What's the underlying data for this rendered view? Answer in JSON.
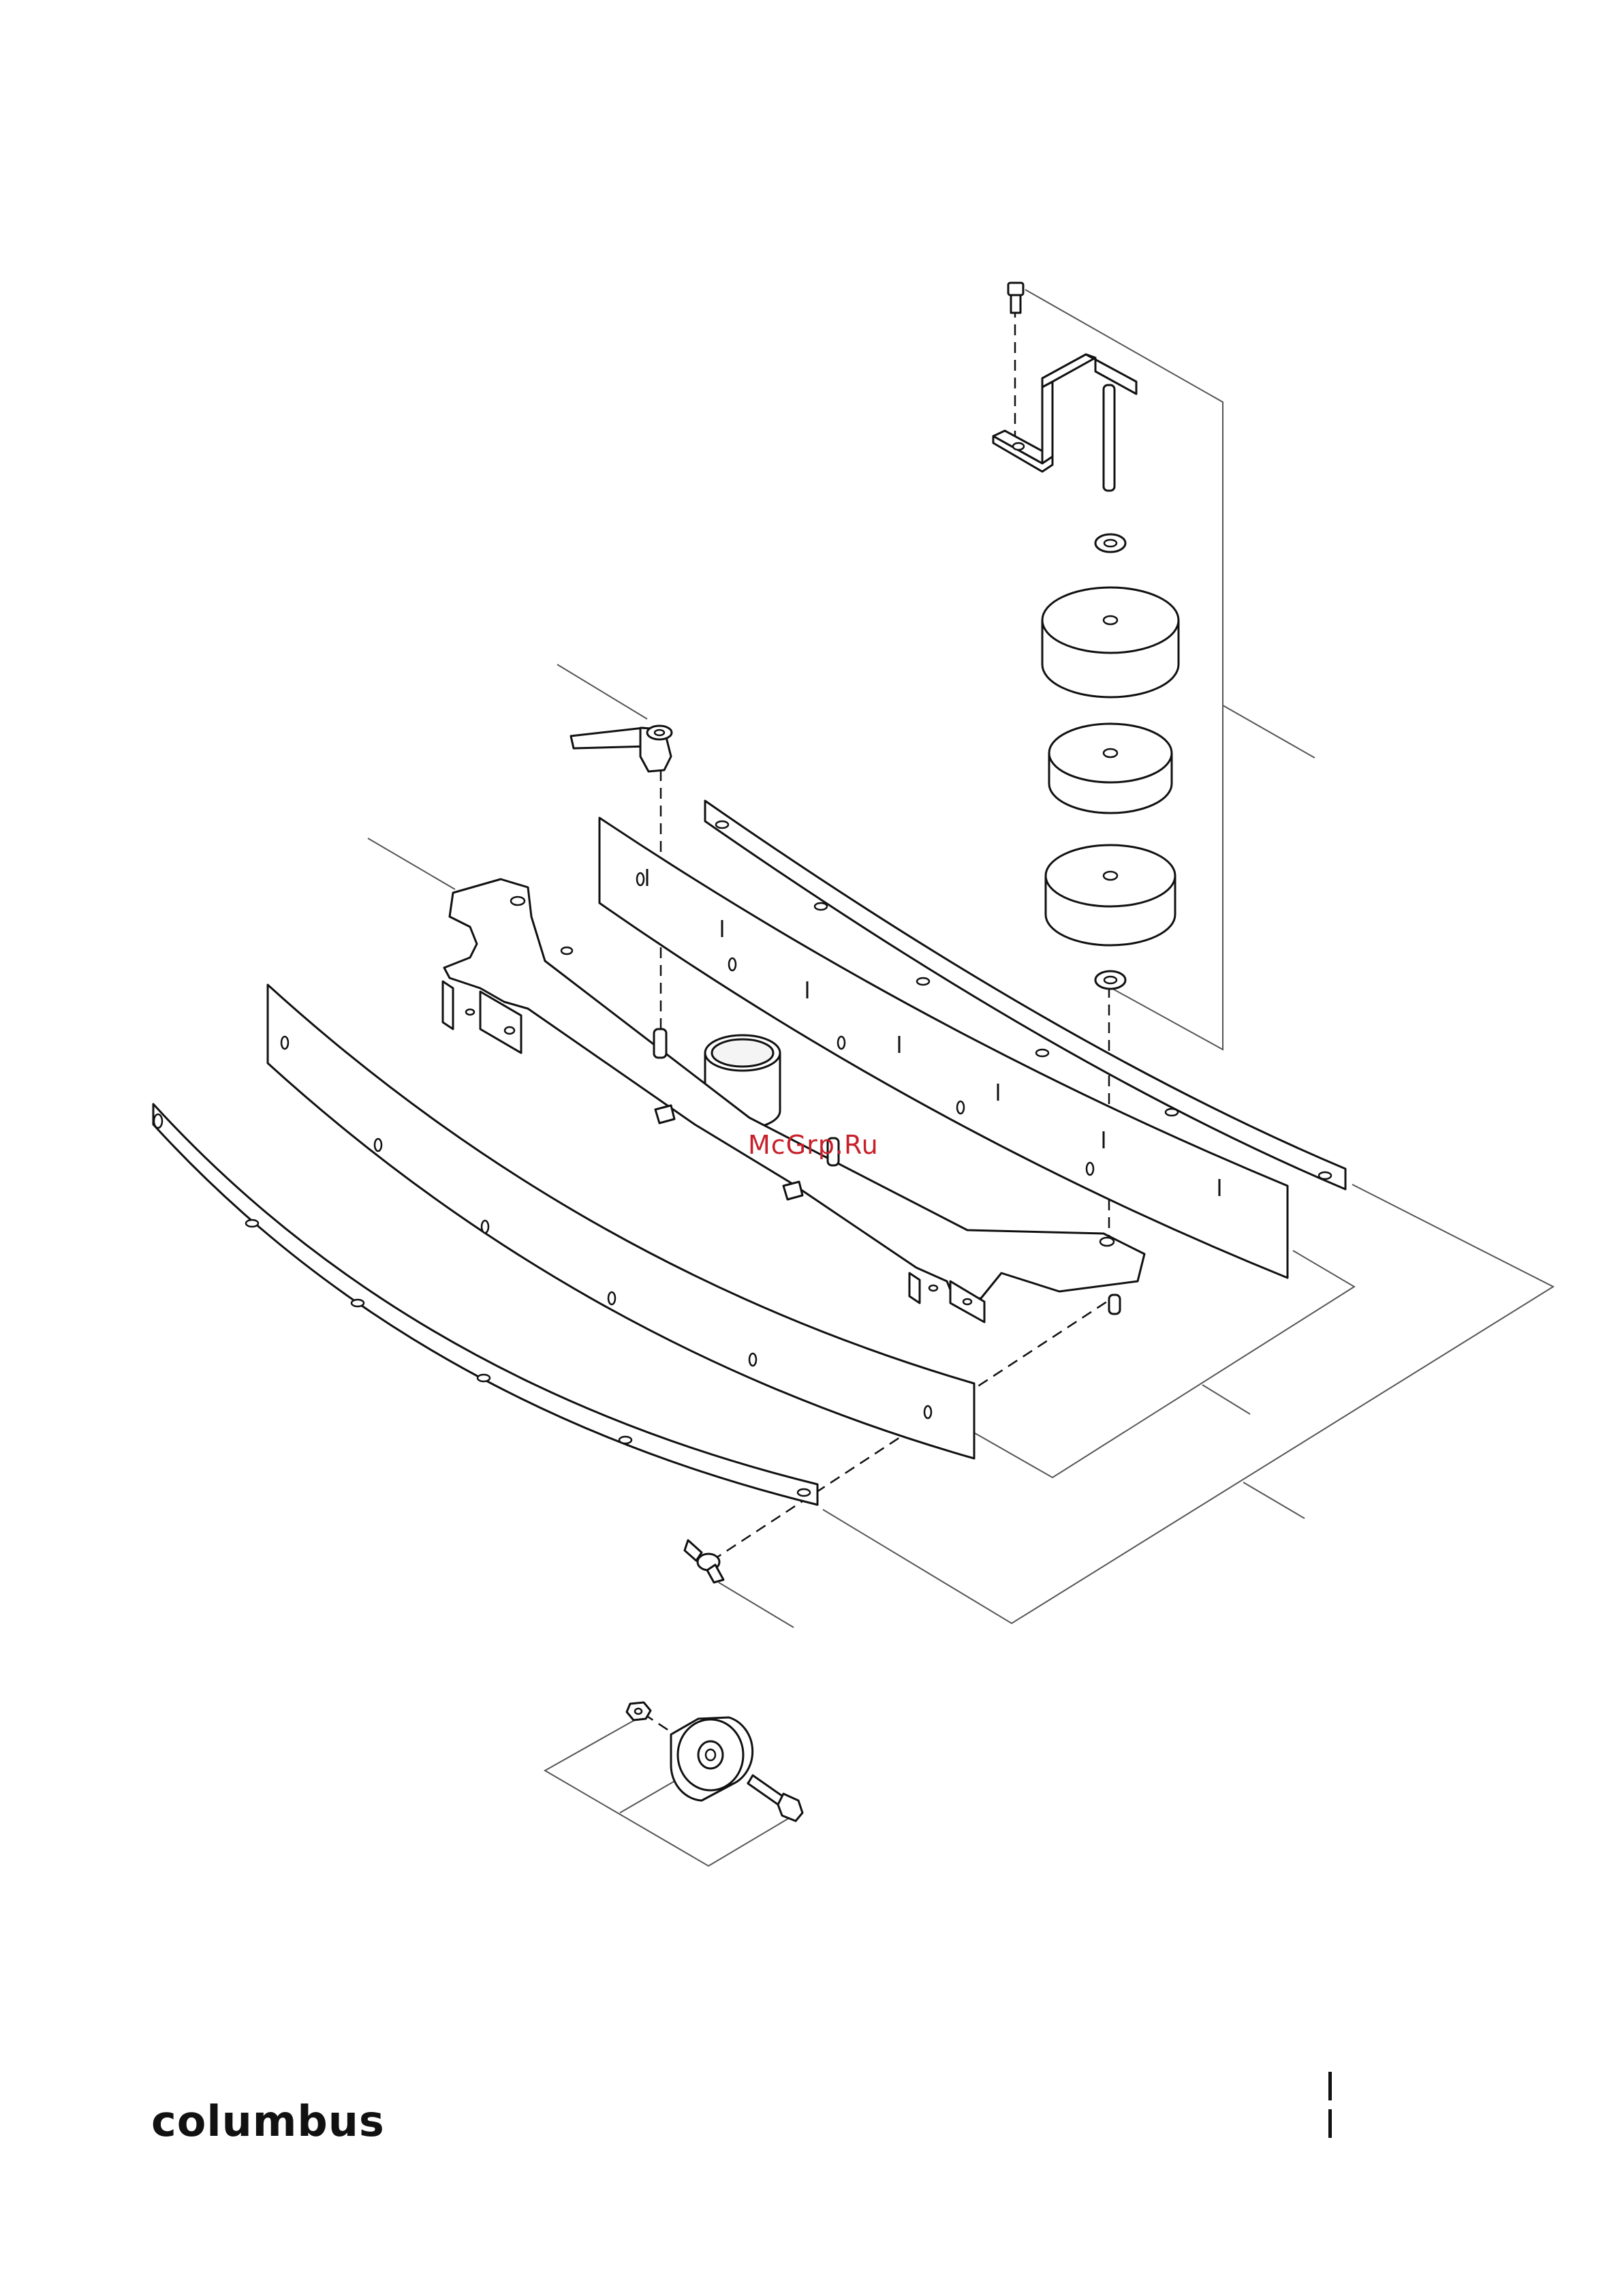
{
  "watermark": "McGrp.Ru",
  "brand": "columbus",
  "colors": {
    "line": "#111111",
    "leader": "#555555",
    "watermark": "#c8202a",
    "background": "#ffffff"
  },
  "icons": {
    "logo": "columbus-wordmark"
  }
}
